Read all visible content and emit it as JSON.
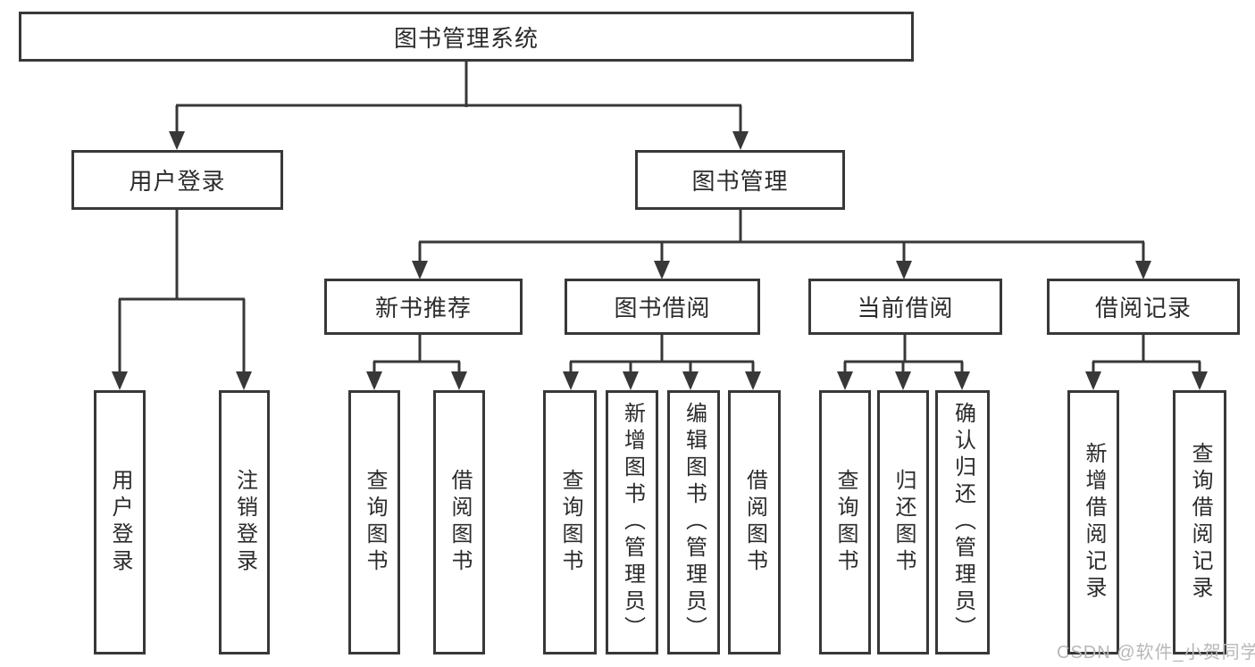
{
  "diagram_title": "图书管理系统",
  "tree": {
    "root": {
      "label": "图书管理系统"
    },
    "branches": [
      {
        "label": "用户登录",
        "children": [
          "用户登录",
          "注销登录"
        ]
      },
      {
        "label": "图书管理",
        "sections": [
          {
            "label": "新书推荐",
            "children": [
              "查询图书",
              "借阅图书"
            ]
          },
          {
            "label": "图书借阅",
            "children": [
              "查询图书",
              "新增图书（管理员）",
              "编辑图书（管理员）",
              "借阅图书"
            ]
          },
          {
            "label": "当前借阅",
            "children": [
              "查询图书",
              "归还图书",
              "确认归还（管理员）"
            ]
          },
          {
            "label": "借阅记录",
            "children": [
              "新增借阅记录",
              "查询借阅记录"
            ]
          }
        ]
      }
    ]
  },
  "watermark": "CSDN @软件_小贺同学",
  "colors": {
    "line": "#383838",
    "text": "#2b2b2b",
    "background": "#ffffff",
    "watermark": "#b8b8b8"
  }
}
